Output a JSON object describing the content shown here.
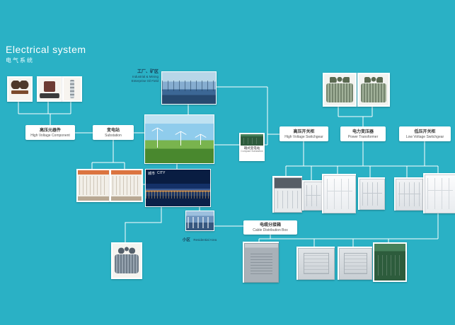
{
  "title": {
    "en": "Electrical system",
    "zh": "电气系统"
  },
  "flow_labels": {
    "hv_component": {
      "zh": "高压元器件",
      "en": "High Voltage Component"
    },
    "substation": {
      "zh": "变电站",
      "en": "Substation"
    },
    "hv_switchgear": {
      "zh": "高压开关柜",
      "en": "High Voltage Switchgear"
    },
    "power_transformer": {
      "zh": "电力变压器",
      "en": "Power Transformer"
    },
    "lv_switchgear": {
      "zh": "低压开关柜",
      "en": "Low Voltage Switchgear"
    },
    "cable_box": {
      "zh": "电缆分接箱",
      "en": "Cable Distribution Box"
    }
  },
  "scene_captions": {
    "industrial": {
      "zh": "工厂、矿区",
      "en1": "Industrial & Mining",
      "en2": "Enterprise Oil Field"
    },
    "city": {
      "zh": "城市",
      "en": "CITY"
    },
    "residential": {
      "zh": "小区",
      "en": "Residential Area"
    },
    "compact": {
      "zh": "箱式变电站",
      "en": "Compact Substation"
    }
  },
  "equipment_images": {
    "hv_component_1": "hv-fuse-cutout",
    "hv_component_2": "hv-load-switch",
    "hv_component_3": "hv-insulator",
    "transformer_1": "oil-immersed-transformer",
    "transformer_2": "oil-immersed-transformer",
    "substation_container_1": "prefabricated-substation",
    "substation_container_2": "prefabricated-substation",
    "switch_cabinet_1": "hv-switchgear-cabinet",
    "switch_cabinet_2": "hv-switchgear-cabinet",
    "switch_cabinet_3": "hv-switchgear-cabinet",
    "switch_cabinet_4": "power-transformer-cabinet",
    "switch_cabinet_5": "lv-switchgear-cabinet",
    "switch_cabinet_6": "lv-switchgear-cabinet",
    "distribution_transformer": "oil-immersed-distribution-transformer",
    "cable_branch_box": "cable-branch-box",
    "outdoor_box_1": "outdoor-distribution-box",
    "outdoor_box_2": "outdoor-distribution-box",
    "pad_mounted_transformer": "pad-mounted-transformer"
  },
  "colors": {
    "background": "#2ab1c5",
    "connector": "#ffffff",
    "label_text": "#333333"
  }
}
